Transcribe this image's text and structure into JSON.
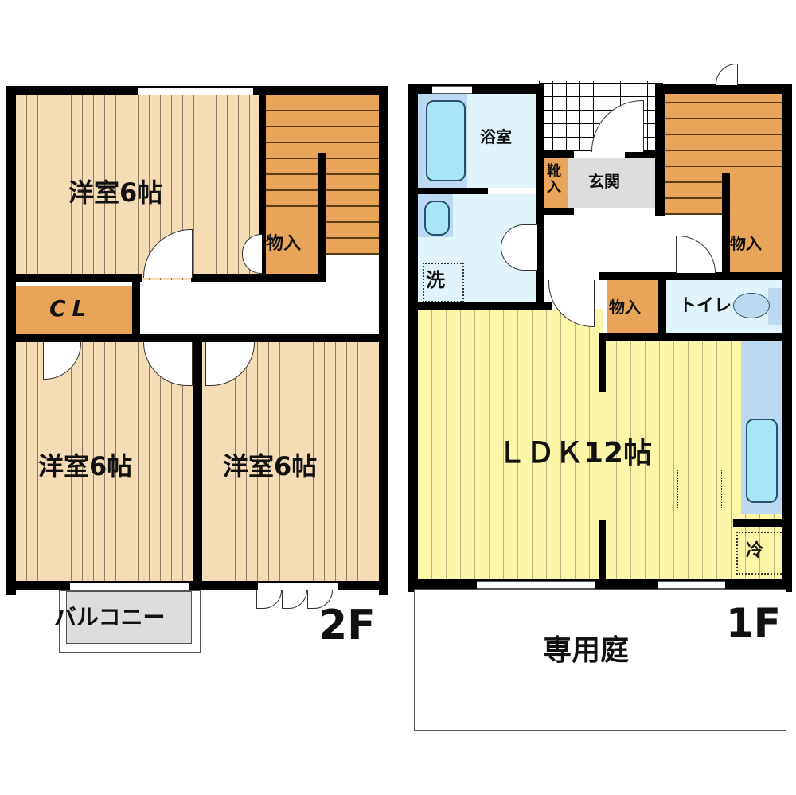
{
  "floorplan": {
    "floor2": {
      "floor_label": "2F",
      "rooms": {
        "western_top": "洋室6帖",
        "western_bottom_left": "洋室6帖",
        "western_bottom_right": "洋室6帖",
        "closet": "CL",
        "storage": "物入",
        "balcony": "バルコニー"
      }
    },
    "floor1": {
      "floor_label": "1F",
      "rooms": {
        "bathroom": "浴室",
        "washroom": "洗",
        "shoe_storage": "靴入",
        "entrance": "玄関",
        "storage_stairs": "物入",
        "storage_middle": "物入",
        "toilet": "トイレ",
        "ldk": "ＬＤＫ12帖",
        "fridge": "冷",
        "private_garden": "専用庭"
      }
    },
    "colors": {
      "wall": "#000000",
      "western_room": "#f4dcb4",
      "ldk": "#fbf6a8",
      "storage": "#e8a55a",
      "wet_area": "#e2f4fb",
      "bath_fixture": "#bcd9f2",
      "entrance": "#dddddd"
    }
  }
}
